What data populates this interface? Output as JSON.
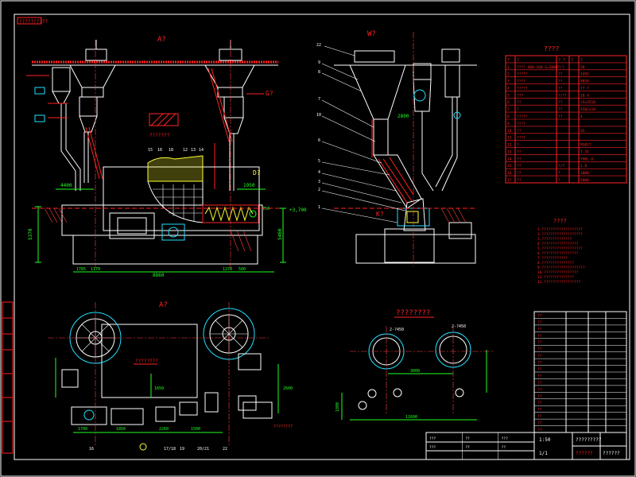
{
  "colors": {
    "background": "#000000",
    "frame": "#ffffff",
    "outline": "#ffffff",
    "annotation": "#ff2222",
    "dimension": "#22ff22",
    "cyan": "#22e0ff",
    "centerline": "#ff4040",
    "yellow": "#ffff33",
    "magenta": "#ff40ff"
  },
  "sheet": {
    "corner_tag": "??????????",
    "view_front_label": "A?",
    "view_side_label": "W?",
    "view_plan_label": "A?",
    "section_label": "????????",
    "front_g_label": "G?",
    "front_d_label": "D?",
    "side_k_label": "K?"
  },
  "front_view": {
    "overall_length": "8860",
    "left_height": "5370",
    "right_height": "5460",
    "dims_bottom": [
      "1785",
      "1170",
      "1270",
      "500"
    ],
    "dim_left_top": "4400",
    "dim_mid": "1950",
    "dim_right_small": "750",
    "part_callouts": [
      "15",
      "16",
      "18",
      "12",
      "13",
      "14"
    ],
    "elevation_tag": "+3,700",
    "note_box": "???????"
  },
  "side_view": {
    "part_numbers": [
      "22",
      "9",
      "8",
      "10",
      "7",
      "6",
      "5",
      "4",
      "3",
      "2",
      "1"
    ],
    "dim_hopper": "2800"
  },
  "parts_table": {
    "title": "????",
    "headers": [
      "?",
      "?",
      "? ?",
      "?",
      "?"
    ],
    "rows": [
      [
        "1",
        "???? 400-160 G=5000?/?",
        "",
        "",
        "50"
      ],
      [
        "2",
        "?????",
        "??",
        "",
        "1495"
      ],
      [
        "3",
        "????",
        "??",
        "",
        "9850"
      ],
      [
        "4",
        "?????",
        "??",
        "",
        "77.7"
      ],
      [
        "5",
        "???",
        "?/??",
        "",
        "18.4"
      ],
      [
        "6",
        "??",
        "??",
        "",
        "s5x3510"
      ],
      [
        "7",
        "?",
        "??",
        "",
        "4502x10"
      ],
      [
        "8",
        "?????",
        "??",
        "",
        "4"
      ],
      [
        "9",
        "????",
        "",
        "",
        ""
      ],
      [
        "10",
        "??",
        "",
        "",
        "SS"
      ],
      [
        "11",
        "????",
        "",
        "",
        ""
      ],
      [
        "12",
        "?",
        "",
        "",
        "R5017"
      ],
      [
        "13",
        "??",
        "",
        "",
        "7.35"
      ],
      [
        "14",
        "??",
        "",
        "",
        "Y90L-6"
      ],
      [
        "15",
        "??",
        "?/?",
        "",
        "1.8"
      ],
      [
        "16",
        "??",
        "?",
        "",
        "1000"
      ],
      [
        "17",
        "??",
        "?",
        "",
        "5000"
      ]
    ]
  },
  "notes": {
    "title": "????",
    "lines": [
      "1.???????????????????",
      "2.???????????????????",
      "3.??????????????",
      "4.?????????????????",
      "5.???????????????????",
      "6.?????????????????",
      "7.????????????",
      "8.???????????????",
      "9.????????????????????",
      "10.????????????????",
      "11.??????????????",
      "12.?????????????????"
    ]
  },
  "plan_view": {
    "center_label": "????????",
    "dims": [
      "1700",
      "1850",
      "2260",
      "1500",
      "2600",
      "1650"
    ],
    "callouts": [
      "16",
      "17/18",
      "19",
      "20/21",
      "22"
    ],
    "side_box_label": "????????"
  },
  "section_view": {
    "dims": [
      "11600",
      "3000",
      "1800"
    ],
    "hole_labels": [
      "2-?450",
      "2-?450"
    ]
  },
  "title_block": {
    "project": "?????????",
    "drawing_name": "??????",
    "scale": "1:50",
    "sheet": "1/1",
    "code": "??????",
    "footer_cells": [
      "???",
      "??",
      "???",
      "???",
      "??",
      "??"
    ],
    "revision_rows": [
      "??",
      "??",
      "??",
      "??",
      "??",
      "??",
      "??",
      "??",
      "??",
      "??",
      "??",
      "??",
      "??",
      "??",
      "??",
      "??",
      "??",
      "??"
    ]
  }
}
